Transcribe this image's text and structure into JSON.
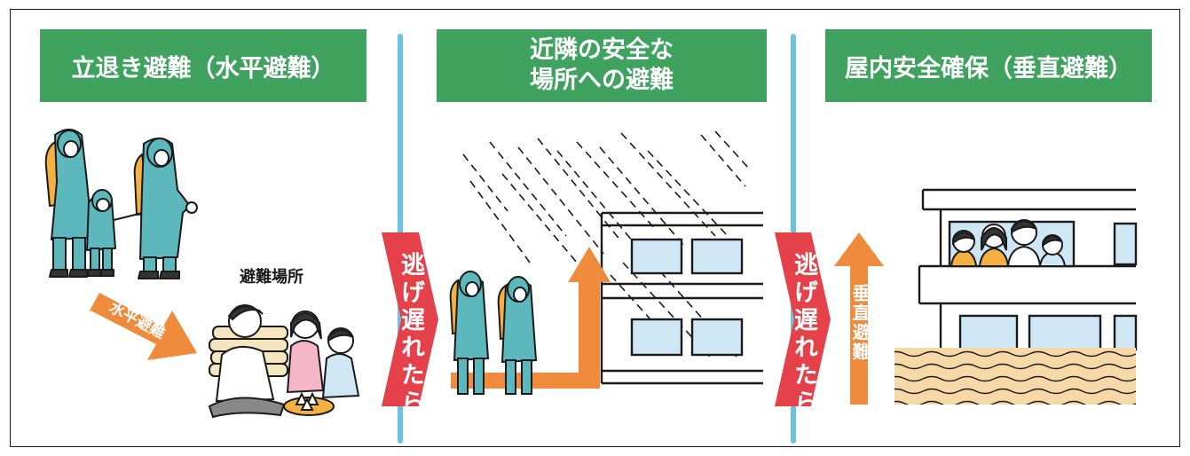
{
  "panels": [
    {
      "title": "立退き避難（水平避難）"
    },
    {
      "title_line1": "近隣の安全な",
      "title_line2": "場所への避難"
    },
    {
      "title": "屋内安全確保（垂直避難）"
    }
  ],
  "connectors": [
    {
      "label": "逃げ遅れたら"
    },
    {
      "label": "逃げ遅れたら"
    }
  ],
  "arrows": {
    "horizontal": "水平避難",
    "vertical": "垂直避難"
  },
  "shelter_label": "避難場所",
  "colors": {
    "header_green": "#3fa25f",
    "divider_blue": "#6dc2e0",
    "chevron_red": "#e5414a",
    "arrow_orange": "#f08a3c",
    "raincoat_teal": "#5cb8bd",
    "window_blue": "#cfe7f4",
    "flood_tan": "#f6d9a6"
  }
}
